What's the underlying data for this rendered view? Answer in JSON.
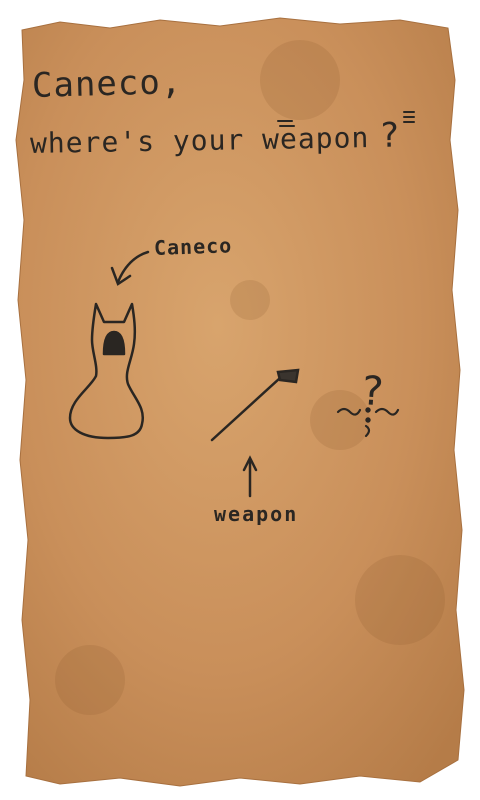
{
  "note": {
    "title_line1": "Caneco,",
    "title_line2": "where's your weapon",
    "title_punct": "?",
    "label_caneco": "Caneco",
    "label_weapon": "weapon",
    "puzzled_mark": "?"
  },
  "colors": {
    "paper": "#c98f5a",
    "paper_light": "#d6a06a",
    "ink": "#2a2622",
    "paper_edge": "#b07a48"
  },
  "drawings": [
    "caneco-figure",
    "weapon-stick",
    "arrow-to-caneco",
    "arrow-to-weapon",
    "puzzled-squiggle"
  ]
}
